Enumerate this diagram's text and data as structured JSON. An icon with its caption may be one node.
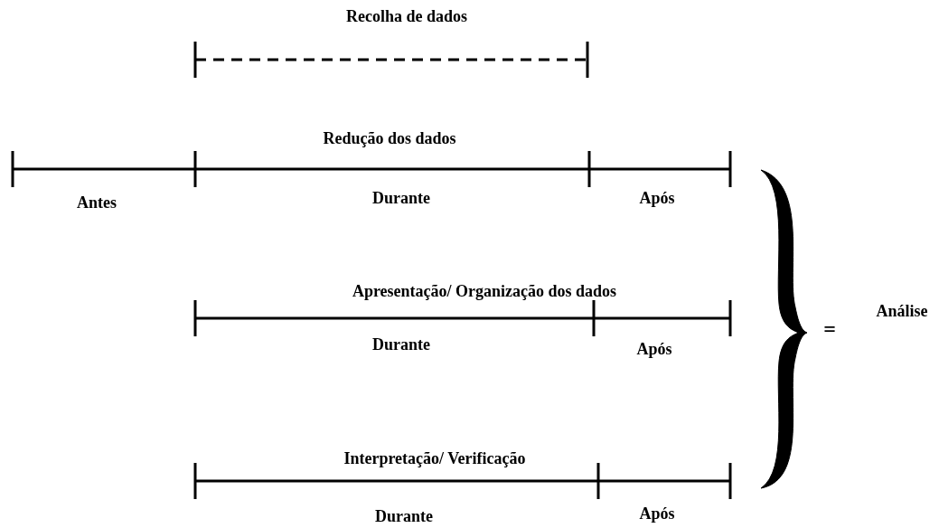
{
  "diagram": {
    "labels": [
      "Recolha de dados",
      "Redução dos dados",
      "Antes",
      "Durante",
      "Após",
      "Apresentação/ Organização dos dados",
      "Durante",
      "Após",
      "=",
      "Análise",
      "Interpretação/ Verificação",
      "Durante",
      "Após"
    ]
  }
}
